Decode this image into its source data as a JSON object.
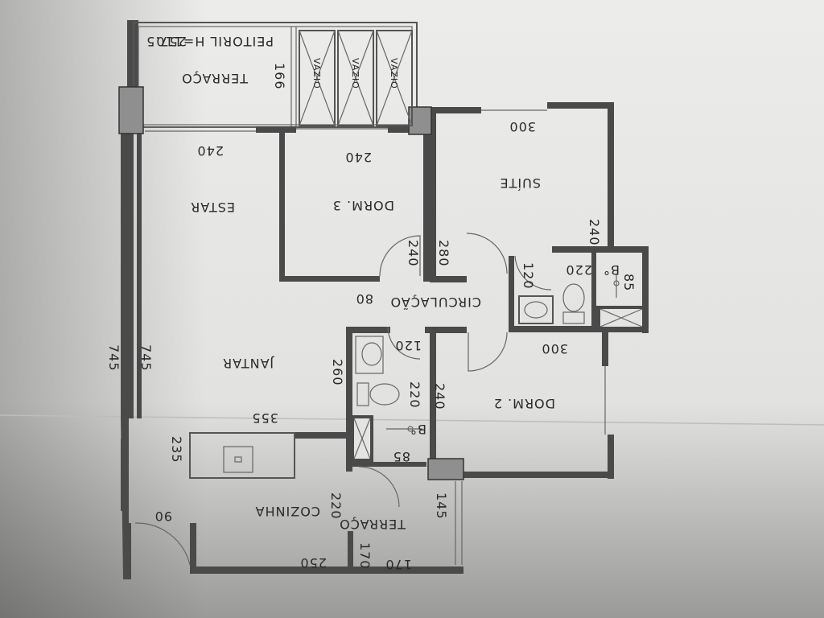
{
  "rooms": {
    "terraco_top": "TERRAÇO",
    "estar": "ESTAR",
    "jantar": "JANTAR",
    "cozinha": "COZINHA",
    "terraco_bottom": "TERRAÇO",
    "dorm3": "DORM. 3",
    "suite": "SUÍTE",
    "circulacao": "CIRCULAÇÃO",
    "dorm2": "DORM. 2",
    "bathroom_top": "B°",
    "bathroom_mid": "B°"
  },
  "annotations": {
    "peitoril": "PEITORIL H=110",
    "vazio_1": "VAZIO",
    "vazio_2": "VAZIO",
    "vazio_3": "VAZIO"
  },
  "dimensions": {
    "d257": "257.5",
    "d166": "166",
    "d240_estar": "240",
    "d240_dorm3": "240",
    "d300_suite": "300",
    "d240_suite": "240",
    "d240_circ": "240",
    "d280": "280",
    "d80": "80",
    "d120_top": "120",
    "d220_top": "220",
    "d85_top": "85",
    "d300_dorm2": "300",
    "d120_mid": "120",
    "d260": "260",
    "d220_mid": "220",
    "d240_dorm2": "240",
    "d85_mid": "85",
    "d745_outer": "745",
    "d745_inner": "745",
    "d355": "355",
    "d235": "235",
    "d220_coz": "220",
    "d145": "145",
    "d90": "90",
    "d250": "250",
    "d170_a": "170",
    "d170_b": "170"
  }
}
